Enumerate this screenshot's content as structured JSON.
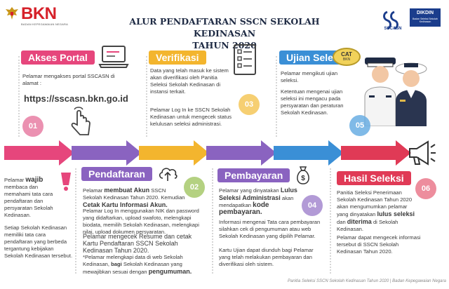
{
  "header": {
    "logo_text": "BKN",
    "logo_subtext": "BADAN KEPEGAWAIAN NEGARA",
    "title_line1": "ALUR PENDAFTARAN SSCN SEKOLAH KEDINASAN",
    "title_line2": "TAHUN 2020",
    "right_logo1": "SSCASN",
    "right_logo2": "DIKDIN",
    "right_logo2_sub": "Badan Seleksi Sekolah Kedinasan"
  },
  "steps": {
    "s1": {
      "label": "Akses Portal",
      "number": "01",
      "text": "Pelamar mengakses portal SSCASN di alamat :",
      "url": "https://sscasn.bkn.go.id"
    },
    "s2": {
      "label": "Pendaftaran",
      "number": "02",
      "p1a": "Pelamar",
      "p1b": "membuat Akun",
      "p1c": "SSCN Sekolah   Kedinasan Tahun 2020. Kemudian",
      "p1d": "Cetak Kartu Informasi Akun.",
      "p2": "Pelamar Log In menggunakan NIK dan password yang didaftarkan, upload swafoto, melengkapi biodata, memilih Sekolah Kedinasan, melengkapi nilai, upload dokumen persyaratan.",
      "p3a": "Pelamar mengecek Resume dan cetak Kartu Pendaftaran SSCN",
      "p3b": "Sekolah Kedinasan Tahun 2020.",
      "p4a": "*Pelamar melengkapi data di web Sekolah Kedinasan,",
      "p4b": "bagi",
      "p4c": "Sekolah Kedinasan yang mewajibkan sesuai dengan",
      "p4d": "pengumuman."
    },
    "s3": {
      "label": "Verifikasi",
      "number": "03",
      "p1": "Data yang telah masuk ke sistem akan diverifikasi oleh Panitia Seleksi Sekolah Kedinasan di instansi terkait.",
      "p2": "Pelamar Log In ke SSCN Sekolah Kedinasan untuk mengecek status kelulusan seleksi administrasi."
    },
    "s4": {
      "label": "Pembayaran",
      "number": "04",
      "p1a": "Pelamar yang dinyatakan",
      "p1b": "Lulus Seleksi Administrasi",
      "p1c": "akan mendapatkan",
      "p1d": "kode pembayaran.",
      "p2": "Informasi mengenai Tata cara pembayaran silahkan cek di pengumuman atau web Sekolah Kedinasan yang dipilih Pelamar.",
      "p3": "Kartu Ujian dapat diunduh bagi Pelamar yang telah melakukan pembayaran dan diverifikasi oleh sistem."
    },
    "s5": {
      "label": "Ujian Seleksi",
      "number": "05",
      "cat_label": "CAT",
      "cat_sub": "BKN",
      "p1": "Pelamar mengikuti ujian seleksi.",
      "p2": "Ketentuan mengenai ujian seleksi ini mengacu pada persyaratan dan peraturan Sekolah Kedinasan."
    },
    "s6": {
      "label": "Hasil Seleksi",
      "number": "06",
      "p1a": "Panitia Seleksi Penerimaan Sekolah Kedinasan Tahun 2020 akan mengumumkan pelamar yang dinyatakan",
      "p1b": "lulus seleksi",
      "p1c": "dan",
      "p1d": "diterima",
      "p1e": "di Sekolah Kedinasan.",
      "p2": "Pelamar dapat mengecek informasi tersebut di SSCN Sekolah Kedinasan Tahun 2020."
    },
    "note": {
      "p1a": "Pelamar",
      "p1b": "wajib",
      "p1c": "membaca dan memahami tata cara pendaftaran dan persyaratan Sekolah Kedinasan.",
      "p2": "Setiap Sekolah Kedinasan memiliki tata cara pendaftaran yang berbeda tergantung kebijakan Sekolah Kedinasan tersebut."
    }
  },
  "footer": "Panitia Seleksi SSCN Sekolah Kedinasan Tahun 2020 | Badan Kepegawaian Negara",
  "colors": {
    "pink": "#e6467c",
    "yellow": "#f3b52e",
    "blue": "#3a8fd6",
    "green": "#8fbc3f",
    "purple": "#8a63c0",
    "red": "#e03a56"
  }
}
